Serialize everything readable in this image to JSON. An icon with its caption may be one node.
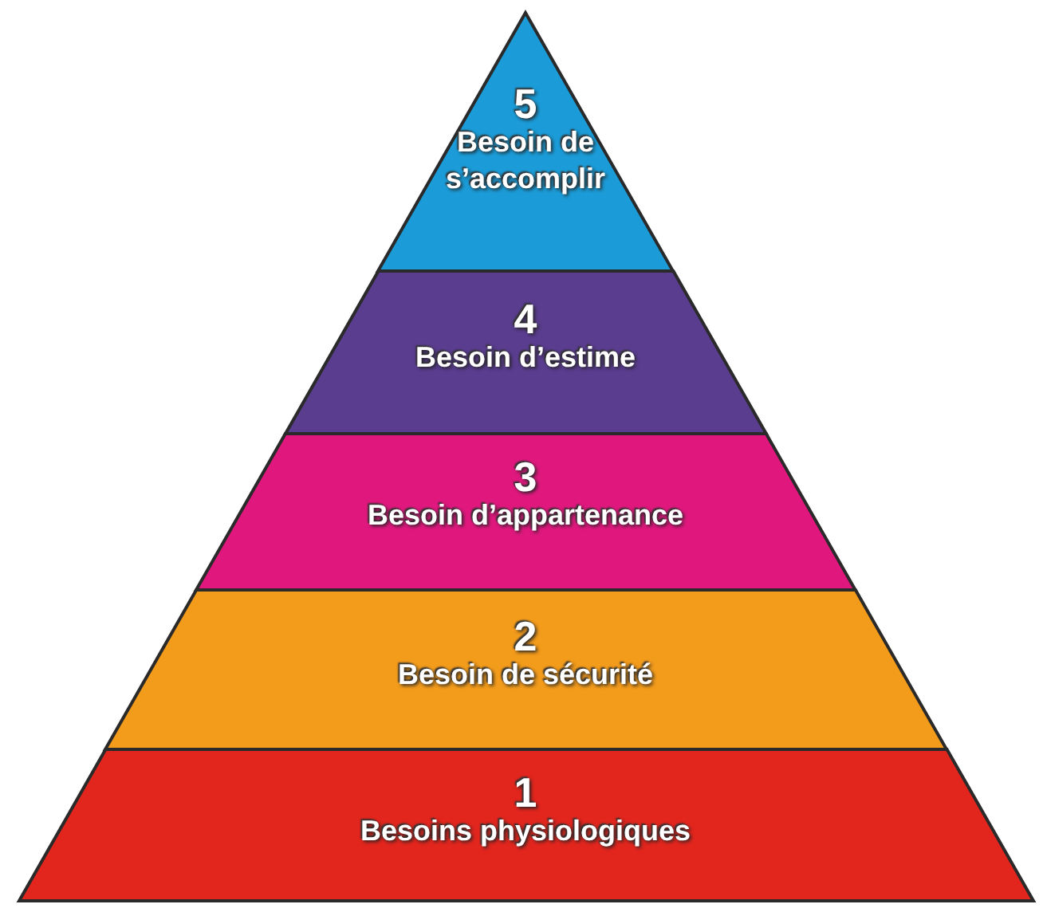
{
  "diagram": {
    "nodes": [
      {
        "text": [
          "5",
          "Besoin de s’accomplir"
        ]
      },
      {
        "text": [
          "4",
          "Besoin d’estime"
        ]
      },
      {
        "text": [
          "3",
          "Besoin d’appartenance"
        ]
      },
      {
        "text": [
          "2",
          "Besoin de sécurité"
        ]
      },
      {
        "text": [
          "1",
          "Besoins physiologiques"
        ]
      }
    ],
    "edges": []
  }
}
